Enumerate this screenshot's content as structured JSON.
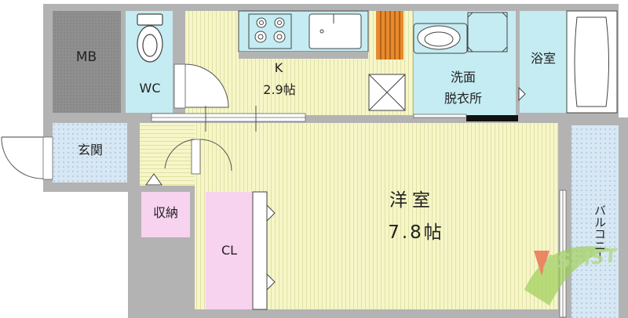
{
  "rooms": {
    "mb": {
      "label": "MB"
    },
    "wc": {
      "label": "WC"
    },
    "kitchen": {
      "label": "K",
      "area": "2.9帖"
    },
    "washroom": {
      "line1": "洗面",
      "line2": "脱衣所"
    },
    "bath": {
      "label": "浴室"
    },
    "entrance": {
      "label": "玄関"
    },
    "storage": {
      "label": "収納"
    },
    "closet": {
      "label": "CL"
    },
    "western": {
      "label": "洋室",
      "area": "7.8帖"
    },
    "balcony": {
      "label": "バルコニー"
    }
  },
  "watermark": {
    "text": "ASSIST"
  },
  "colors": {
    "wall": "#b3b3b3",
    "mb": "#8f8f8f",
    "tatami_yellow": "#f6f6c8",
    "aqua": "#c5ecf2",
    "tile_blue": "#d7e7f4",
    "storage_pink": "#f7d3ef",
    "accent_green": "#9fcf5a"
  }
}
